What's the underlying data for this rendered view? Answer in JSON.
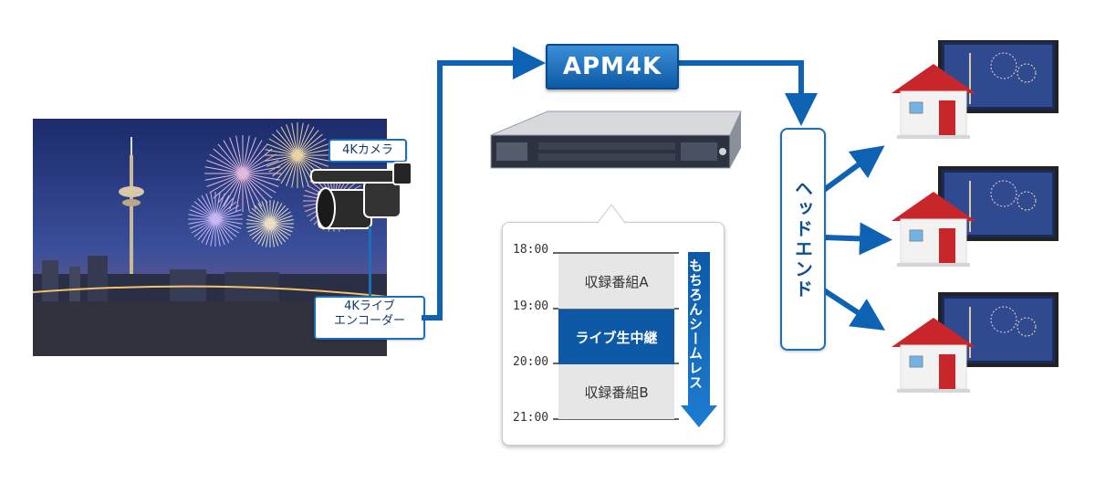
{
  "labels": {
    "camera": "4Kカメラ",
    "encoder_line1": "4Kライブ",
    "encoder_line2": "エンコーダー",
    "apm": "APM4K",
    "headend": "ヘッドエンド"
  },
  "schedule": {
    "times": [
      "18:00",
      "19:00",
      "20:00",
      "21:00"
    ],
    "programs": [
      {
        "name": "収録番組A",
        "style": "gray"
      },
      {
        "name": "ライブ生中継",
        "style": "blue"
      },
      {
        "name": "収録番組B",
        "style": "gray"
      }
    ],
    "seamless_text": "もちろんシームレス"
  },
  "colors": {
    "arrow_blue": "#0d62b3",
    "accent": "#0d59a6",
    "house_roof": "#c9262b"
  }
}
